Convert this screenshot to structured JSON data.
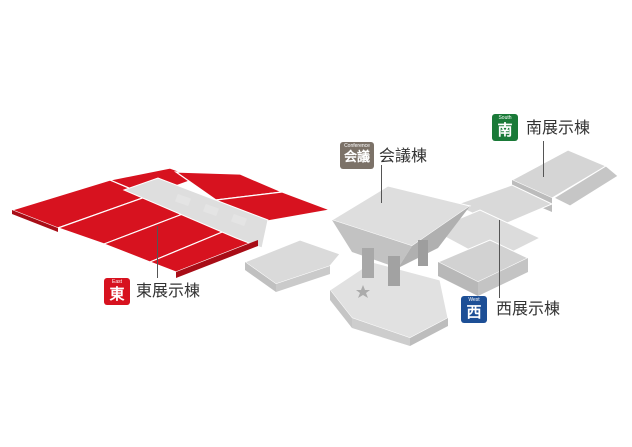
{
  "halls": {
    "east": {
      "name": "東展示棟",
      "badge_en": "East",
      "badge_jp": "東",
      "color": "#d7121f"
    },
    "south": {
      "name": "南展示棟",
      "badge_en": "South",
      "badge_jp": "南",
      "color": "#1a7a38"
    },
    "conference": {
      "name": "会議棟",
      "badge_en": "Conference",
      "badge_jp": "会議",
      "color": "#7c7268"
    },
    "west": {
      "name": "西展示棟",
      "badge_en": "West",
      "badge_jp": "西",
      "color": "#1d4f96"
    }
  },
  "colors": {
    "building_light": "#e6e6e6",
    "building_mid": "#cfcfcf",
    "building_dark": "#a9a9a9",
    "highlight": "#d7121f",
    "highlight_dark": "#a80d17"
  }
}
